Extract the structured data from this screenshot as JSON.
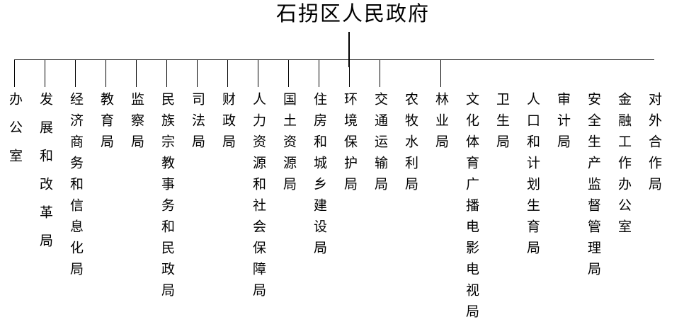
{
  "title": "石拐区人民政府",
  "colors": {
    "background": "#ffffff",
    "line": "#000000",
    "text": "#000000"
  },
  "chart": {
    "type": "org-chart",
    "root": "石拐区人民政府",
    "departments": [
      {
        "name": "办公室",
        "connector": true
      },
      {
        "name": "发展和改革局",
        "connector": true
      },
      {
        "name": "经济商务和信息化局",
        "connector": true
      },
      {
        "name": "教育局",
        "connector": true
      },
      {
        "name": "监察局",
        "connector": true
      },
      {
        "name": "民族宗教事务和民政局",
        "connector": true
      },
      {
        "name": "司法局",
        "connector": true
      },
      {
        "name": "财政局",
        "connector": true
      },
      {
        "name": "人力资源和社会保障局",
        "connector": true
      },
      {
        "name": "国土资源局",
        "connector": true
      },
      {
        "name": "住房和城乡建设局",
        "connector": true
      },
      {
        "name": "环境保护局",
        "connector": true
      },
      {
        "name": "交通运输局",
        "connector": true
      },
      {
        "name": "农牧水利局",
        "connector": false
      },
      {
        "name": "林业局",
        "connector": true
      },
      {
        "name": "文化体育广播电影电视局",
        "connector": false
      },
      {
        "name": "卫生局",
        "connector": false
      },
      {
        "name": "人口和计划生育局",
        "connector": false
      },
      {
        "name": "审计局",
        "connector": false
      },
      {
        "name": "安全生产监督管理局",
        "connector": false
      },
      {
        "name": "金融工作办公室",
        "connector": false
      },
      {
        "name": "对外合作局",
        "connector": false
      }
    ]
  }
}
